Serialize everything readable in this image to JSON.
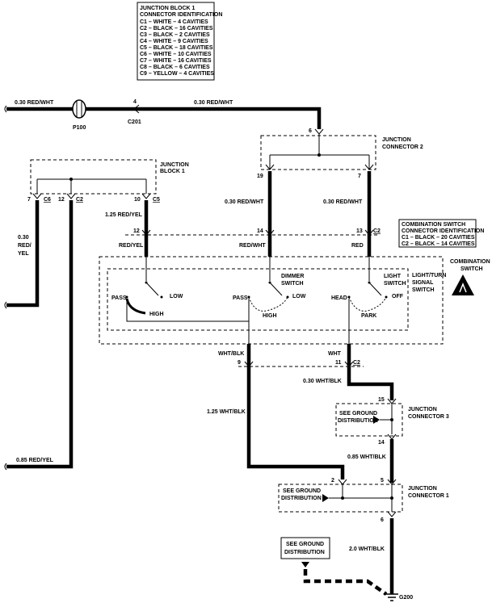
{
  "legend": {
    "lines": [
      "JUNCTION BLOCK 1",
      "CONNECTOR IDENTIFICATION",
      "C1 – WHITE – 4 CAVITIES",
      "C2 – BLACK – 16 CAVITIES",
      "C3 – BLACK – 2 CAVITIES",
      "C4 – WHITE – 9 CAVITIES",
      "C5 – BLACK – 18 CAVITIES",
      "C6 – WHITE – 10 CAVITIES",
      "C7 – WHITE – 16 CAVITIES",
      "C8 – BLACK – 6 CAVITIES",
      "C9 – YELLOW – 4 CAVITIES"
    ]
  },
  "combo_legend": {
    "lines": [
      "COMBINATION SWITCH",
      "CONNECTOR IDENTIFICATION",
      "C1 – BLACK – 20 CAVITIES",
      "C2 – BLACK – 14 CAVITIES"
    ]
  },
  "wires": {
    "top_left": "0.30 RED/WHT",
    "top_right": "0.30 RED/WHT",
    "left_vert_1": "0.30",
    "left_vert_2": "RED/",
    "left_vert_3": "YEL",
    "jb_red_yel": "1.25 RED/YEL",
    "jc2_left": "0.30 RED/WHT",
    "jc2_right": "0.30 RED/WHT",
    "red_yel": "RED/YEL",
    "red_wht": "RED/WHT",
    "red": "RED",
    "wht_blk": "WHT/BLK",
    "wht": "WHT",
    "wht_blk_030": "0.30 WHT/BLK",
    "wht_blk_125": "1.25 WHT/BLK",
    "red_yel_085": "0.85 RED/YEL",
    "wht_blk_085": "0.85 WHT/BLK",
    "wht_blk_20": "2.0 WHT/BLK"
  },
  "connectors": {
    "p100": "P100",
    "c201": "C201",
    "c201_pin": "4",
    "jc2_pin_top": "6",
    "jc2_pin_left": "19",
    "jc2_pin_right": "7",
    "jb1_pin_7": "7",
    "jb1_c6": "C6",
    "jb1_pin_12": "12",
    "jb1_c2": "C2",
    "jb1_pin_10": "10",
    "jb1_c5": "C5",
    "cs_pin_12": "12",
    "cs_pin_14": "14",
    "cs_pin_13": "13",
    "cs_c2": "C2",
    "cs_pin_9": "9",
    "cs_pin_11": "11",
    "cs_c2_bottom": "C2",
    "jc3_pin_15": "15",
    "jc3_pin_14": "14",
    "jc1_pin_2": "2",
    "jc1_pin_5": "5",
    "jc1_pin_6": "6",
    "g200": "G200"
  },
  "components": {
    "jc2_title_1": "JUNCTION",
    "jc2_title_2": "CONNECTOR 2",
    "jb1_title_1": "JUNCTION",
    "jb1_title_2": "BLOCK 1",
    "combo_title_1": "COMBINATION",
    "combo_title_2": "SWITCH",
    "lts_1": "LIGHT/TURN",
    "lts_2": "SIGNAL",
    "lts_3": "SWITCH",
    "dimmer_1": "DIMMER",
    "dimmer_2": "SWITCH",
    "light_1": "LIGHT",
    "light_2": "SWITCH",
    "pass1": "PASS",
    "low1": "LOW",
    "high1": "HIGH",
    "pass2": "PASS",
    "low2": "LOW",
    "high2": "HIGH",
    "head": "HEAD",
    "off": "OFF",
    "park": "PARK",
    "jc3_title_1": "JUNCTION",
    "jc3_title_2": "CONNECTOR 3",
    "jc3_gd_1": "SEE GROUND",
    "jc3_gd_2": "DISTRIBUTION",
    "jc1_title_1": "JUNCTION",
    "jc1_title_2": "CONNECTOR 1",
    "jc1_gd_1": "SEE GROUND",
    "jc1_gd_2": "DISTRIBUTION",
    "g_gd_1": "SEE GROUND",
    "g_gd_2": "DISTRIBUTION"
  }
}
